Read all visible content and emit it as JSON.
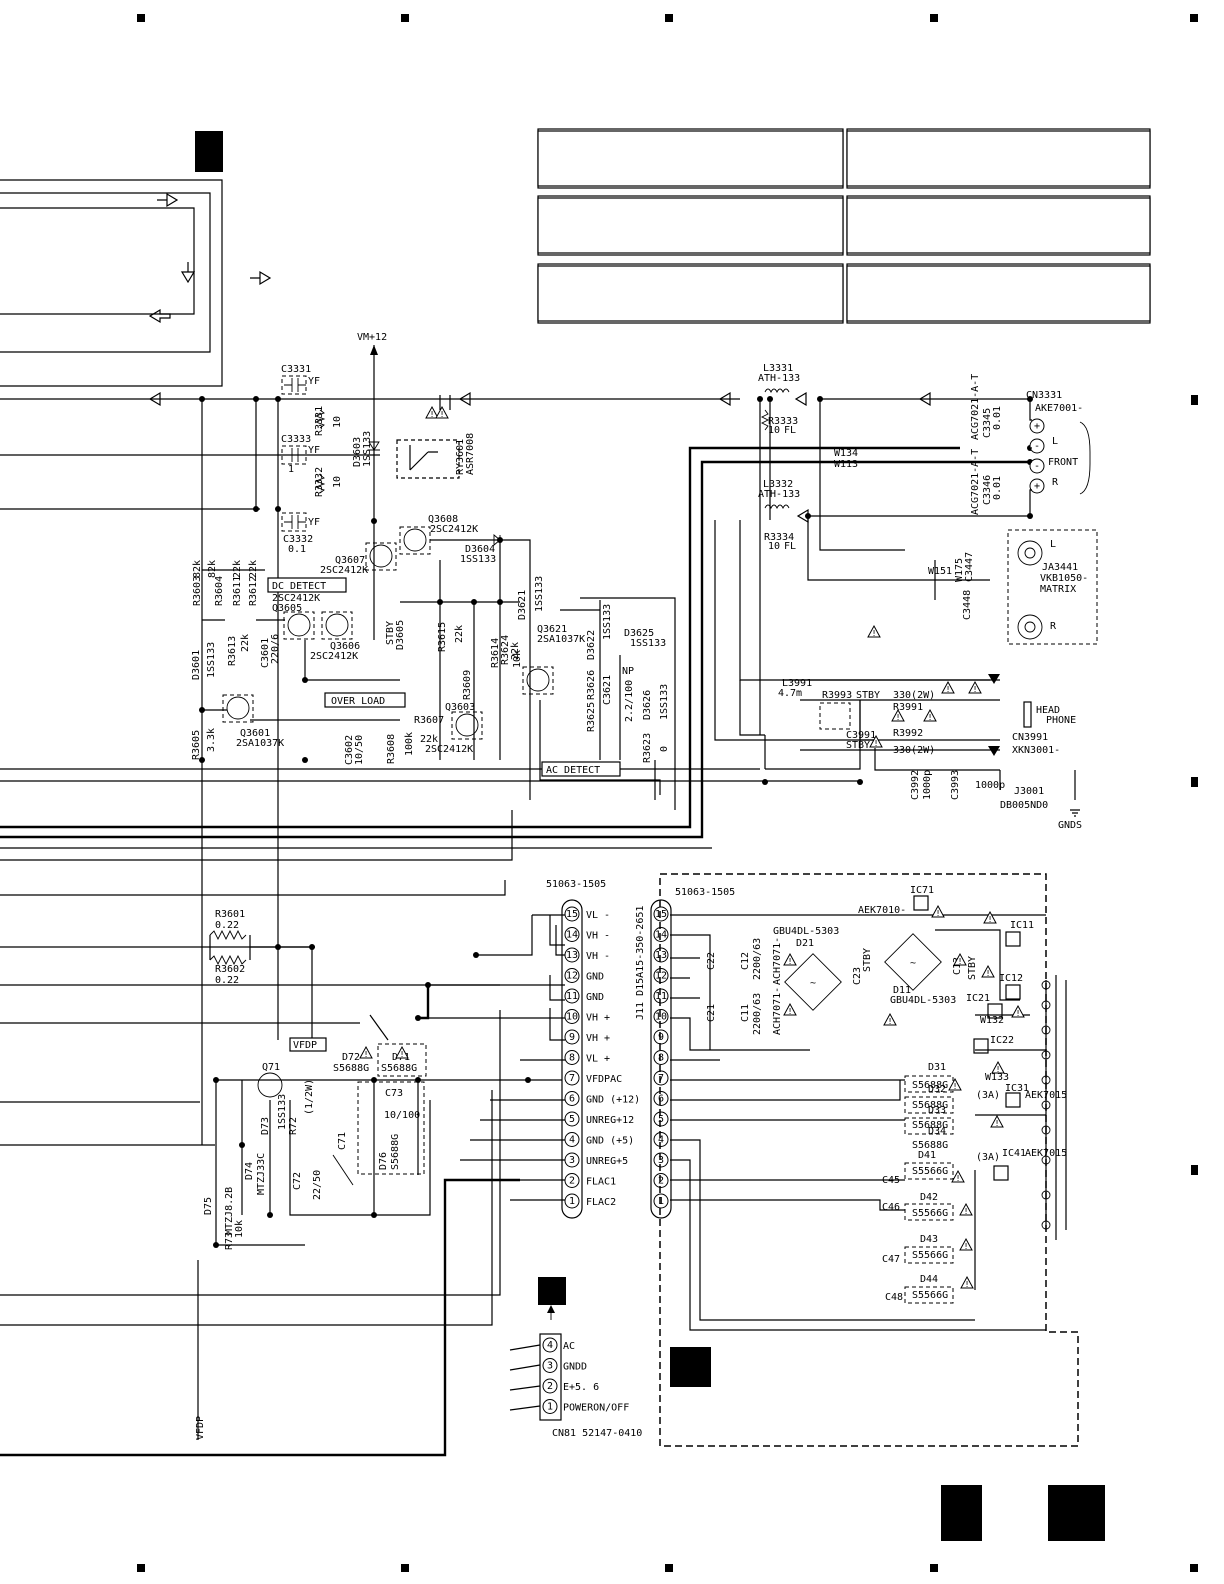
{
  "labels": {
    "vm12": "VM+12",
    "c3331": "C3331",
    "c3331_val": "YF",
    "c3333": "C3333",
    "c3333_val": "YF",
    "c3333_cap": "1",
    "c3332": "C3332",
    "c3332_val": "YF",
    "c3332_cap": "0.1",
    "r3331": "R3331",
    "r3331_val": "10",
    "r3332": "R3332",
    "r3332_val": "10",
    "d3603": "D3603",
    "d3603_val": "1SS133",
    "ry3601": "RY3601",
    "ry3601_val": "ASR7008",
    "q3608": "Q3608",
    "q3608_val": "2SC2412K",
    "q3607": "Q3607",
    "q3607_val": "2SC2412K",
    "d3604": "D3604",
    "d3604_val": "1SS133",
    "dc_detect": "DC DETECT",
    "q3605_type": "2SC2412K",
    "q3605": "Q3605",
    "q3606": "Q3606",
    "q3606_val": "2SC2412K",
    "stby1": "STBY",
    "d3605": "D3605",
    "r3615": "R3615",
    "r3615_val": "22k",
    "r3614": "R3614",
    "r3614_val": "22k",
    "r3624": "R3624",
    "r3624_val": "10k",
    "r3603": "R3603",
    "r3603_val": "82k",
    "r3604": "R3604",
    "r3604_val": "82k",
    "r3611": "R3611",
    "r3611_val": "22k",
    "r3612": "R3612",
    "r3612_val": "22k",
    "r3613": "R3613",
    "r3613_val": "22k",
    "c3601": "C3601",
    "c3601_val": "220/6",
    "d3601": "D3601",
    "d3601_val": "1SS133",
    "q3601": "Q3601",
    "q3601_val": "2SA1037K",
    "r3605": "R3605",
    "r3605_val": "3.3k",
    "over_load": "OVER LOAD",
    "r3607": "R3607",
    "r3607_val": "22k",
    "r3608": "R3608",
    "r3608_val": "100k",
    "c3602": "C3602",
    "c3602_val": "10/50",
    "r3609": "R3609",
    "q3603": "Q3603",
    "q3603_val": "2SC2412K",
    "d3621": "D3621",
    "d3621_val": "1SS133",
    "q3621": "Q3621",
    "q3621_val": "2SA1037K",
    "d3622": "D3622",
    "d3622_val": "1SS133",
    "d3625": "D3625",
    "d3625_val": "1SS133",
    "np": "NP",
    "r3626": "R3626",
    "c3621": "C3621",
    "c3621_val": "2.2/100",
    "d3626": "D3626",
    "d3626_val": "1SS133",
    "r3625": "R3625",
    "r3623": "R3623",
    "r3623_val": "0",
    "ac_detect": "AC DETECT",
    "l3331": "L3331",
    "l3331_val": "ATH-133",
    "r3333": "R3333",
    "r3333_val": "10",
    "fl": "FL",
    "l3332": "L3332",
    "l3332_val": "ATH-133",
    "r3334": "R3334",
    "r3334_val": "10",
    "w134": "W134",
    "w113": "W113",
    "acg1": "ACG7021-A-T",
    "c3345": "C3345",
    "c3345_val": "0.01",
    "acg2": "ACG7021-A-T",
    "c3346": "C3346",
    "c3346_val": "0.01",
    "cn3331": "CN3331",
    "cn3331_val": "AKE7001-",
    "front": "FRONT",
    "l": "L",
    "r": "R",
    "w151": "W151",
    "w175": "W175",
    "c3447": "C3447",
    "c3448": "C3448",
    "ja3441": "JA3441",
    "ja3441_val": "VKB1050-",
    "matrix": "MATRIX",
    "l3991": "L3991",
    "l3991_val": "4.7m",
    "r3993": "R3993",
    "stby2": "STBY",
    "r3991": "R3991",
    "r3992": "R3992",
    "r_330a": "330(2W)",
    "r_330b": "330(2W)",
    "c3991": "C3991",
    "stby3": "STBY",
    "head": "HEAD",
    "phone": "PHONE",
    "cn3991": "CN3991",
    "xkn": "XKN3001-",
    "c3992": "C3992",
    "c3992_val": "1000p",
    "c3993": "C3993",
    "c3993_val": "1000p",
    "j3001": "J3001",
    "j3001_val": "DB005ND0",
    "gnds": "GNDS",
    "r3601": "R3601",
    "r3601_val": "0.22",
    "r3602": "R3602",
    "r3602_val": "0.22",
    "vfdp_box": "VFDP",
    "vfdp_vert": "VFDP",
    "q71": "Q71",
    "d72": "D72",
    "d72_val": "S5688G",
    "d71": "D71",
    "d71_val": "S5688G",
    "c73": "C73",
    "c73_val": "10/100",
    "d73": "D73",
    "d73_val": "1SS133",
    "r72": "R72",
    "r72_val": "(1/2W)",
    "c71": "C71",
    "d76": "D76",
    "d76_val": "S5688G",
    "d74": "D74",
    "d74_val": "MTZJ33C",
    "c72": "C72",
    "c72_val": "22/50",
    "d75": "D75",
    "d75_val": "MTZJ8.2B",
    "r73": "R73",
    "r73_val": "10k",
    "conn_left_part": "51063-1505",
    "conn_right_part": "51063-1505",
    "j11": "J11 D15A15-350-2651",
    "pins": [
      {
        "n": "15",
        "label": "VL -"
      },
      {
        "n": "14",
        "label": "VH -"
      },
      {
        "n": "13",
        "label": "VH -"
      },
      {
        "n": "12",
        "label": "GND"
      },
      {
        "n": "11",
        "label": "GND"
      },
      {
        "n": "10",
        "label": "VH +"
      },
      {
        "n": "9",
        "label": "VH +"
      },
      {
        "n": "8",
        "label": "VL +"
      },
      {
        "n": "7",
        "label": "VFDPAC"
      },
      {
        "n": "6",
        "label": "GND (+12)"
      },
      {
        "n": "5",
        "label": "UNREG+12"
      },
      {
        "n": "4",
        "label": "GND (+5)"
      },
      {
        "n": "3",
        "label": "UNREG+5"
      },
      {
        "n": "2",
        "label": "FLAC1"
      },
      {
        "n": "1",
        "label": "FLAC2"
      }
    ],
    "cn81_pins": [
      {
        "n": "4",
        "label": "AC"
      },
      {
        "n": "3",
        "label": "GNDD"
      },
      {
        "n": "2",
        "label": "E+5. 6"
      },
      {
        "n": "1",
        "label": "POWERON/OFF"
      }
    ],
    "cn81": "CN81 52147-0410",
    "ic71": "IC71",
    "aek7010": "AEK7010-",
    "ic11": "IC11",
    "ic12": "IC12",
    "gbu1": "GBU4DL-5303",
    "gbu2": "GBU4DL-5303",
    "d21": "D21",
    "d11": "D11",
    "c22": "C22",
    "c21": "C21",
    "c12": "C12",
    "c12_val": "2200/63",
    "c11": "C11",
    "c11_val": "2200/63",
    "ach1": "ACH7071-",
    "ach2": "ACH7071-",
    "c23": "C23",
    "stby4": "STBY",
    "c13": "C13",
    "stby5": "STBY",
    "ic21": "IC21",
    "w132": "W132",
    "ic22": "IC22",
    "w133": "W133",
    "d31": "D31",
    "d32": "D32",
    "d33": "D33",
    "d34": "D34",
    "s5688": "S5688G",
    "ic31": "IC31",
    "aek7015a": "AEK7015",
    "aek7015b": "AEK7015",
    "amp3a_1": "(3A)",
    "amp3a_2": "(3A)",
    "ic41": "IC41",
    "c45": "C45",
    "c46": "C46",
    "c47": "C47",
    "c48": "C48",
    "d41": "D41",
    "d42": "D42",
    "d43": "D43",
    "d44": "D44",
    "s5566": "S5566G",
    "warn": "!"
  }
}
